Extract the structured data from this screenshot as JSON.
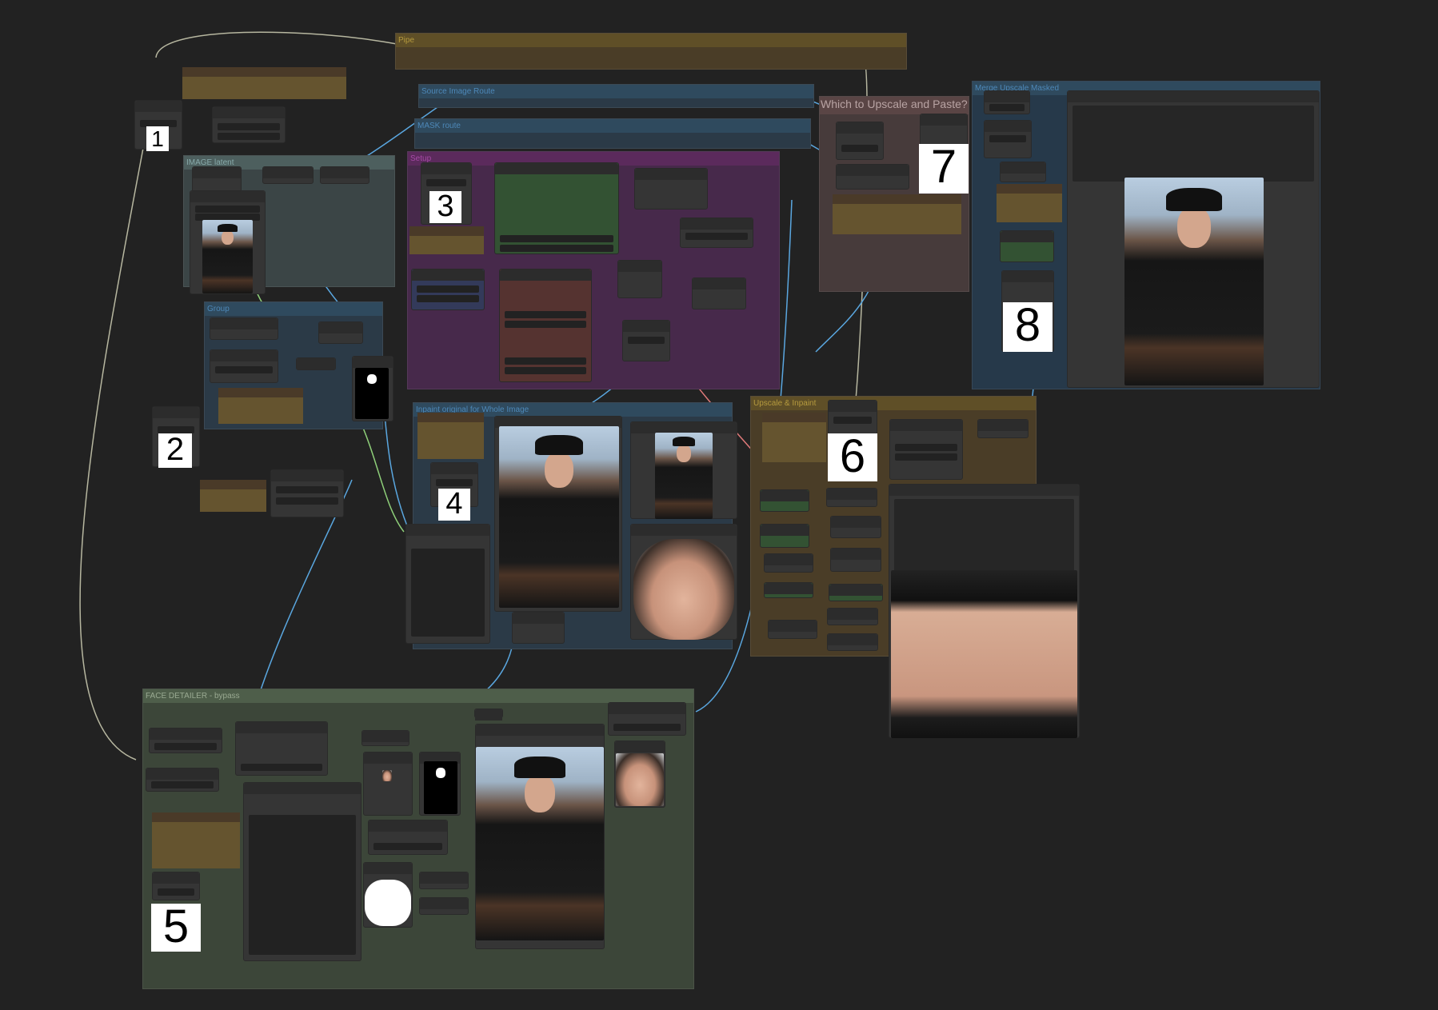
{
  "groups": {
    "pipe": "Pipe",
    "source_route": "Source Image Route",
    "mask_route": "MASK route",
    "setup": "Setup",
    "which": "Which to Upscale and Paste?",
    "merge": "Merge Upscale Masked",
    "image_latent": "IMAGE latent",
    "group": "Group",
    "inpaint_whole": "Inpaint original for Whole Image",
    "upscale_inpaint": "Upscale & Inpaint",
    "face_detailer": "FACE DETAILER - bypass"
  },
  "markers": [
    "1",
    "2",
    "3",
    "4",
    "5",
    "6",
    "7",
    "8"
  ],
  "colors": {
    "wire_image": "#5aa7e0",
    "wire_mask": "#8fd07a",
    "wire_pipe": "#b7b7a0",
    "wire_pink": "#e07aa0",
    "wire_orange": "#e0a040"
  }
}
